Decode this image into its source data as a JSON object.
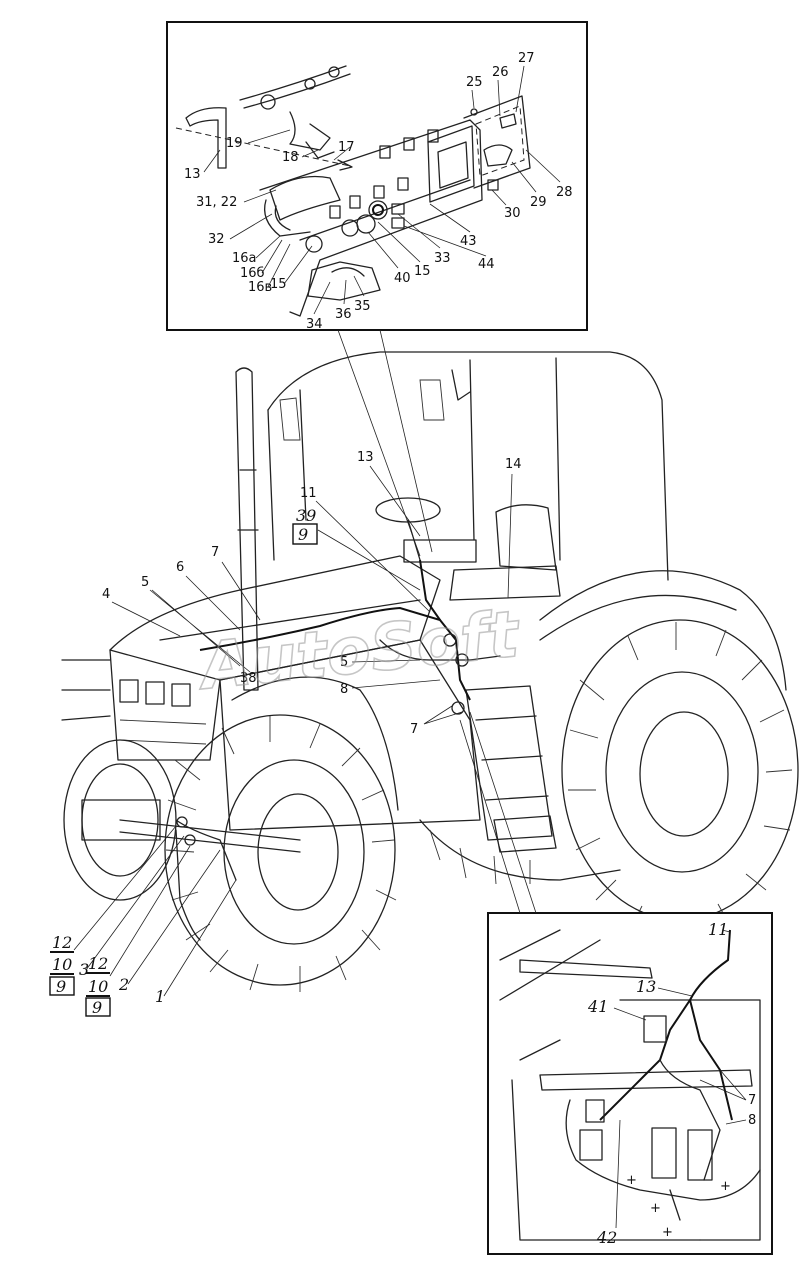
{
  "watermark": "AutoSoft",
  "inset_top_labels": [
    "13",
    "19",
    "18",
    "17",
    "31, 22",
    "32",
    "16а",
    "16б",
    "16в",
    "15",
    "34",
    "36",
    "35",
    "40",
    "15",
    "33",
    "44",
    "43",
    "30",
    "29",
    "28",
    "27",
    "26",
    "25"
  ],
  "main_labels": [
    "13",
    "14",
    "11",
    "39",
    "9",
    "7",
    "6",
    "5",
    "4",
    "38",
    "5",
    "8",
    "7"
  ],
  "left_labels": [
    "12",
    "10",
    "9",
    "3",
    "12",
    "10",
    "9",
    "2",
    "1"
  ],
  "inset_bottom_labels": [
    "11",
    "13",
    "41",
    "7",
    "8",
    "42"
  ]
}
